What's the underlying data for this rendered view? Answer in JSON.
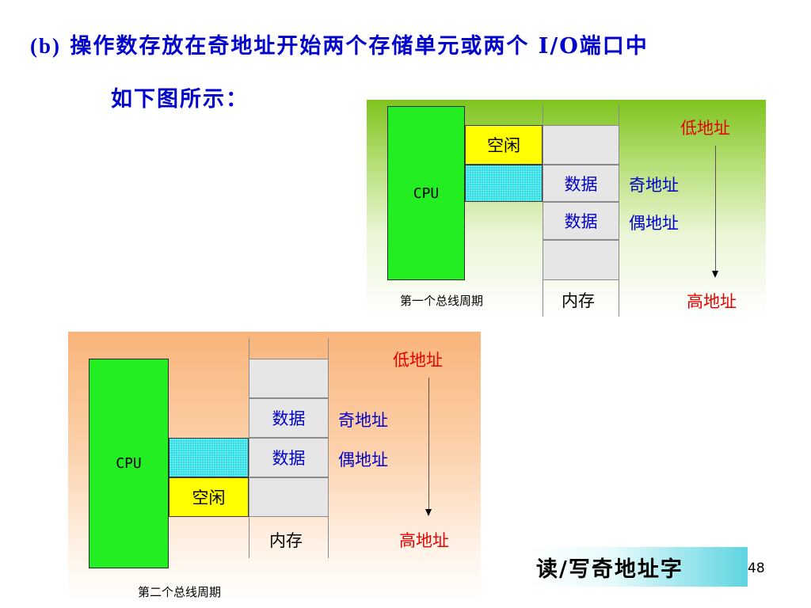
{
  "heading": {
    "lead": "(b)",
    "text": " 操作数存放在奇地址开始两个存储单元或两个 I/O端口中",
    "subtext": "如下图所示："
  },
  "diagram1": {
    "cpu": "CPU",
    "idle": "空闲",
    "data_odd": "数据",
    "data_even": "数据",
    "low_addr": "低地址",
    "odd_addr": "奇地址",
    "even_addr": "偶地址",
    "high_addr": "高地址",
    "memory": "内存",
    "caption": "第一个总线周期"
  },
  "diagram2": {
    "cpu": "CPU",
    "idle": "空闲",
    "data_odd": "数据",
    "data_even": "数据",
    "low_addr": "低地址",
    "odd_addr": "奇地址",
    "even_addr": "偶地址",
    "high_addr": "高地址",
    "memory": "内存",
    "caption": "第二个总线周期"
  },
  "footer": {
    "read_write": "读/写奇地址字",
    "page_number": "48"
  },
  "colors": {
    "heading": "#0000cc",
    "cpu": "#22ee22",
    "idle": "#ffff00",
    "bus": "#33dde4",
    "memory": "#e6e6e6",
    "address_red": "#e60000",
    "address_blue": "#0000cc"
  }
}
